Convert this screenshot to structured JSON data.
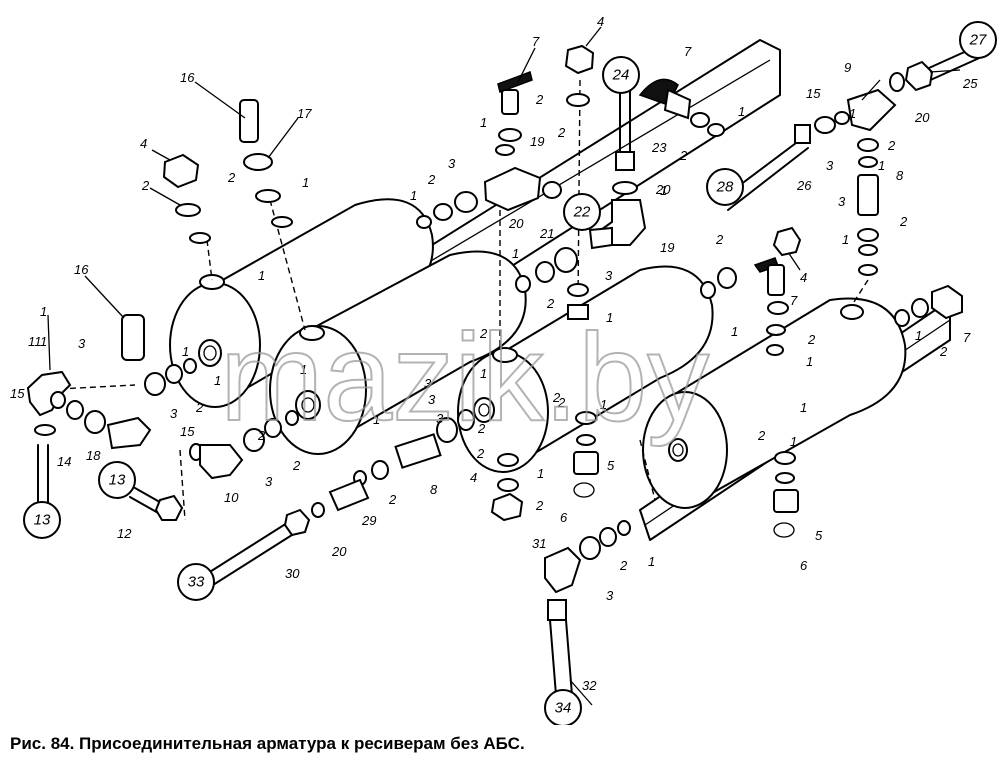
{
  "caption": "Рис. 84. Присоединительная арматура к ресиверам без АБС.",
  "watermark": "mazik.by",
  "colors": {
    "ink": "#000000",
    "paper": "#ffffff",
    "watermark": "#9a9a9a"
  },
  "callouts": [
    {
      "id": "c1",
      "text": "1"
    },
    {
      "id": "c2",
      "text": "1"
    },
    {
      "id": "c3",
      "text": "1"
    },
    {
      "id": "c4",
      "text": "1"
    },
    {
      "id": "c5",
      "text": "1"
    },
    {
      "id": "c6",
      "text": "1"
    },
    {
      "id": "c7",
      "text": "1"
    },
    {
      "id": "c8",
      "text": "1"
    },
    {
      "id": "c9",
      "text": "1"
    },
    {
      "id": "c10",
      "text": "1"
    },
    {
      "id": "c11",
      "text": "1"
    },
    {
      "id": "c12",
      "text": "1"
    },
    {
      "id": "c13",
      "text": "1"
    },
    {
      "id": "c14",
      "text": "1"
    },
    {
      "id": "c15",
      "text": "1"
    },
    {
      "id": "c16",
      "text": "1"
    },
    {
      "id": "c17",
      "text": "1"
    },
    {
      "id": "c18",
      "text": "1"
    },
    {
      "id": "c19",
      "text": "1"
    },
    {
      "id": "c20",
      "text": "1"
    },
    {
      "id": "c21",
      "text": "1"
    },
    {
      "id": "c22",
      "text": "1"
    },
    {
      "id": "c23",
      "text": "1"
    },
    {
      "id": "c24",
      "text": "1"
    },
    {
      "id": "c25",
      "text": "1"
    },
    {
      "id": "c26",
      "text": "1"
    },
    {
      "id": "d1",
      "text": "2"
    },
    {
      "id": "d2",
      "text": "2"
    },
    {
      "id": "d3",
      "text": "2"
    },
    {
      "id": "d4",
      "text": "2"
    },
    {
      "id": "d5",
      "text": "2"
    },
    {
      "id": "d6",
      "text": "2"
    },
    {
      "id": "d7",
      "text": "2"
    },
    {
      "id": "d8",
      "text": "2"
    },
    {
      "id": "d9",
      "text": "2"
    },
    {
      "id": "d10",
      "text": "2"
    },
    {
      "id": "d11",
      "text": "2"
    },
    {
      "id": "d12",
      "text": "2"
    },
    {
      "id": "d13",
      "text": "2"
    },
    {
      "id": "d14",
      "text": "2"
    },
    {
      "id": "d15",
      "text": "2"
    },
    {
      "id": "d16",
      "text": "2"
    },
    {
      "id": "d17",
      "text": "2"
    },
    {
      "id": "d18",
      "text": "2"
    },
    {
      "id": "d19",
      "text": "2"
    },
    {
      "id": "d20",
      "text": "2"
    },
    {
      "id": "d21",
      "text": "2"
    },
    {
      "id": "d22",
      "text": "2"
    },
    {
      "id": "d23",
      "text": "2"
    },
    {
      "id": "d24",
      "text": "2"
    },
    {
      "id": "e1",
      "text": "3"
    },
    {
      "id": "e2",
      "text": "3"
    },
    {
      "id": "e3",
      "text": "3"
    },
    {
      "id": "e4",
      "text": "3"
    },
    {
      "id": "e5",
      "text": "3"
    },
    {
      "id": "e6",
      "text": "3"
    },
    {
      "id": "e7",
      "text": "3"
    },
    {
      "id": "e8",
      "text": "3"
    },
    {
      "id": "e9",
      "text": "3"
    },
    {
      "id": "e10",
      "text": "3"
    },
    {
      "id": "e11",
      "text": "3"
    },
    {
      "id": "f1",
      "text": "4"
    },
    {
      "id": "f2",
      "text": "4"
    },
    {
      "id": "f3",
      "text": "4"
    },
    {
      "id": "f4",
      "text": "4"
    },
    {
      "id": "g1",
      "text": "5"
    },
    {
      "id": "g2",
      "text": "5"
    },
    {
      "id": "h1",
      "text": "6"
    },
    {
      "id": "h2",
      "text": "6"
    },
    {
      "id": "i1",
      "text": "7"
    },
    {
      "id": "i2",
      "text": "7"
    },
    {
      "id": "i3",
      "text": "7"
    },
    {
      "id": "i4",
      "text": "7"
    },
    {
      "id": "j1",
      "text": "8"
    },
    {
      "id": "j2",
      "text": "8"
    },
    {
      "id": "k1",
      "text": "9"
    },
    {
      "id": "k2",
      "text": "10"
    },
    {
      "id": "k3",
      "text": "11"
    },
    {
      "id": "k4",
      "text": "12"
    },
    {
      "id": "k5",
      "text": "14"
    },
    {
      "id": "k6",
      "text": "15"
    },
    {
      "id": "k7",
      "text": "15"
    },
    {
      "id": "k8",
      "text": "15"
    },
    {
      "id": "k9",
      "text": "16"
    },
    {
      "id": "k10",
      "text": "16"
    },
    {
      "id": "k11",
      "text": "17"
    },
    {
      "id": "k12",
      "text": "18"
    },
    {
      "id": "k13",
      "text": "19"
    },
    {
      "id": "k14",
      "text": "19"
    },
    {
      "id": "k15",
      "text": "20"
    },
    {
      "id": "k16",
      "text": "20"
    },
    {
      "id": "k17",
      "text": "20"
    },
    {
      "id": "k18",
      "text": "20"
    },
    {
      "id": "k19",
      "text": "21"
    },
    {
      "id": "k20",
      "text": "23"
    },
    {
      "id": "k21",
      "text": "25"
    },
    {
      "id": "k22",
      "text": "26"
    },
    {
      "id": "k23",
      "text": "29"
    },
    {
      "id": "k24",
      "text": "30"
    },
    {
      "id": "k25",
      "text": "31"
    },
    {
      "id": "k26",
      "text": "32"
    }
  ],
  "circle_callouts": [
    {
      "id": "o13a",
      "text": "13"
    },
    {
      "id": "o13b",
      "text": "13"
    },
    {
      "id": "o22",
      "text": "22"
    },
    {
      "id": "o24",
      "text": "24"
    },
    {
      "id": "o27",
      "text": "27"
    },
    {
      "id": "o28",
      "text": "28"
    },
    {
      "id": "o33",
      "text": "33"
    },
    {
      "id": "o34",
      "text": "34"
    }
  ]
}
